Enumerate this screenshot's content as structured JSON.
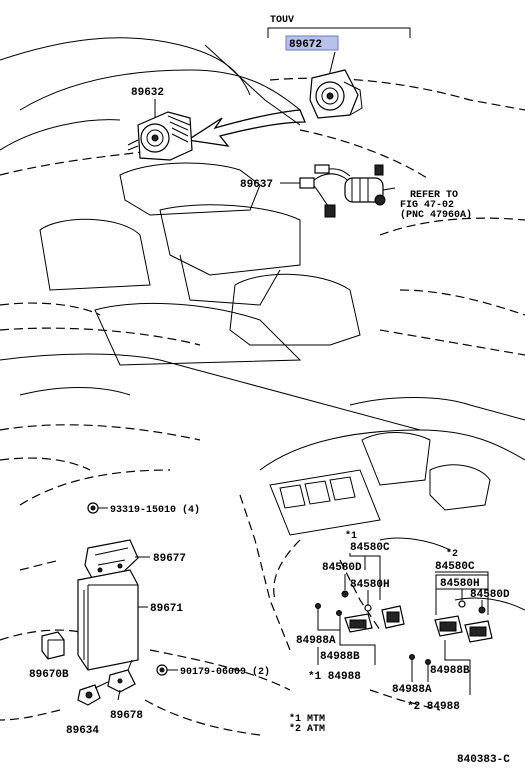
{
  "variant_label": "TOUV",
  "highlighted_part": "89672",
  "refer_note": {
    "line1": "REFER TO",
    "line2": "FIG 47-02",
    "line3": "(PNC 47960A)"
  },
  "parts": {
    "p89632": "89632",
    "p89637": "89637",
    "p93319": "93319-15010 (4)",
    "p89677": "89677",
    "p89671": "89671",
    "p89670B": "89670B",
    "p90179": "90179-06009 (2)",
    "p89678": "89678",
    "p89634": "89634",
    "m1_star": "*1",
    "m1_84580C": "84580C",
    "m1_84580D": "84580D",
    "m1_84580H": "84580H",
    "m1_84988A": "84988A",
    "m1_84988B": "84988B",
    "m1_84988": "*1 84988",
    "a2_star": "*2",
    "a2_84580C": "84580C",
    "a2_84580H": "84580H",
    "a2_84580D": "84580D",
    "a2_84988B": "84988B",
    "a2_84988A": "84988A",
    "a2_84988": "*2 84988"
  },
  "legend": {
    "mtm": "*1 MTM",
    "atm": "*2 ATM"
  },
  "figure_code": "840383-C"
}
